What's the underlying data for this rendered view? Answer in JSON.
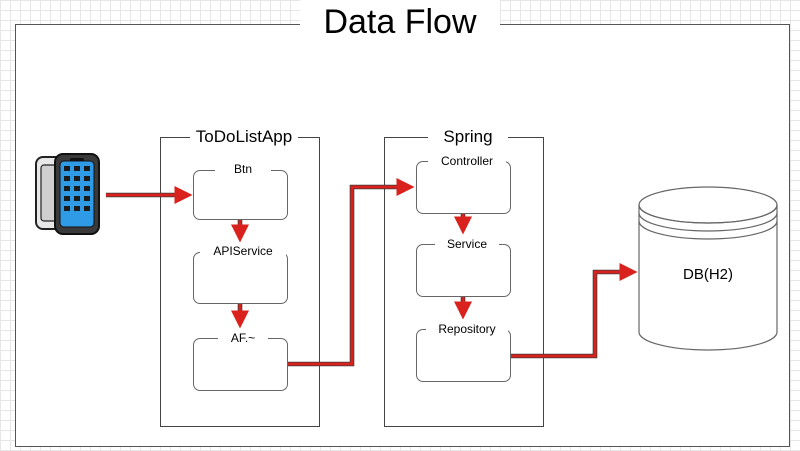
{
  "title": "Data Flow",
  "groups": {
    "app": {
      "label": "ToDoListApp"
    },
    "server": {
      "label": "Spring"
    }
  },
  "nodes": {
    "btn": "Btn",
    "api_service": "APIService",
    "af": "AF.~",
    "controller": "Controller",
    "service": "Service",
    "repository": "Repository",
    "db": "DB(H2)"
  },
  "colors": {
    "arrow": "#d9221e",
    "arrow_outline": "#3a3a3a",
    "phone_screen": "#2f9be6"
  },
  "icons": {
    "client": "smartphone-icon"
  }
}
